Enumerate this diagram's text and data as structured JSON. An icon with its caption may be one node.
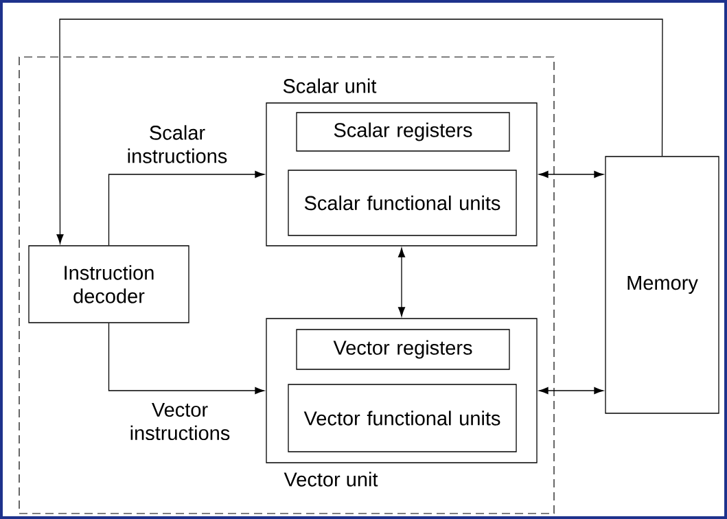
{
  "diagram": {
    "nodes": [
      {
        "text": [],
        "shape": "box"
      },
      {
        "text": [
          "Scalar unit"
        ],
        "in": 0
      },
      {
        "text": [
          "Scalar registers"
        ],
        "in": 1
      },
      {
        "text": [
          "Scalar functional units"
        ],
        "in": 1
      },
      {
        "text": [
          "Instruction decoder"
        ],
        "in": 0
      },
      {
        "text": [
          "Memory"
        ]
      },
      {
        "text": [
          "Vector unit"
        ],
        "in": 0
      },
      {
        "text": [
          "Vector registers"
        ],
        "in": 6
      },
      {
        "text": [
          "Vector functional units"
        ],
        "in": 6
      }
    ],
    "edges": [
      {
        "from": 5,
        "to": 4,
        "arrow": "to"
      },
      {
        "from": 4,
        "to": 1,
        "arrow": "to",
        "label": "Scalar instructions"
      },
      {
        "from": 4,
        "to": 6,
        "arrow": "to",
        "label": "Vector instructions"
      },
      {
        "from": 1,
        "to": 5,
        "arrow": "both"
      },
      {
        "from": 1,
        "to": 6,
        "arrow": "both"
      },
      {
        "from": 6,
        "to": 5,
        "arrow": "both"
      }
    ]
  }
}
